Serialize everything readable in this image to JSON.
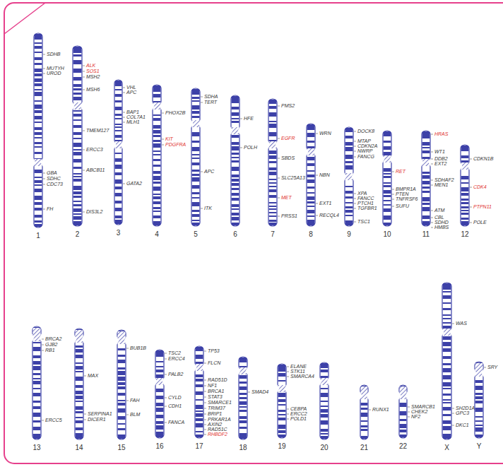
{
  "diagram": {
    "labels": [
      "SDHB",
      "MUTYH",
      "UROD",
      "GBA",
      "SDHC",
      "CDC73",
      "FH",
      "1",
      "ALK",
      "SOS1",
      "MSH2",
      "MSH6",
      "TMEM127",
      "ERCC3",
      "ABCB11",
      "DIS3L2",
      "2",
      "VHL",
      "APC",
      "BAP1",
      "COL7A1",
      "MLH1",
      "GATA2",
      "3",
      "PHOX2B",
      "KIT",
      "PDGFRA",
      "4",
      "SDHA",
      "TERT",
      "APC",
      "ITK",
      "5",
      "HFE",
      "POLH",
      "6",
      "PMS2",
      "EGFR",
      "SBDS",
      "SLC25A13",
      "MET",
      "PRSS1",
      "7",
      "WRN",
      "NBN",
      "EXT1",
      "RECQL4",
      "8",
      "DOCK8",
      "MTAP",
      "CDKN2A",
      "NWRP",
      "FANCG",
      "XPA",
      "FANCC",
      "PTCH1",
      "TGFBR1",
      "TSC1",
      "9",
      "RET",
      "BMPR1A",
      "PTEN",
      "TNFRSF6",
      "SUFU",
      "10",
      "HRAS",
      "WT1",
      "DDB2",
      "EXT2",
      "SDHAF2",
      "MEN1",
      "ATM",
      "CBL",
      "SDHD",
      "HMBS",
      "11",
      "CDKN1B",
      "CDK4",
      "PTPN11",
      "POLE",
      "12",
      "BRCA2",
      "GJB2",
      "RB1",
      "ERCC5",
      "13",
      "MAX",
      "SERPINA1",
      "DICER1",
      "14",
      "BUB1B",
      "FAH",
      "BLM",
      "15",
      "TSC2",
      "ERCC4",
      "PALB2",
      "CYLD",
      "CDH1",
      "FANCA",
      "16",
      "TP53",
      "FLCN",
      "RAD51D",
      "NF1",
      "BRCA1",
      "STAT3",
      "SMARCE1",
      "TRIM37",
      "BRIP1",
      "PRKAR1A",
      "AXIN2",
      "RAD51C",
      "RHBDF2",
      "17",
      "SMAD4",
      "18",
      "ELANE",
      "STK11",
      "SMARCA4",
      "CEBPA",
      "ERCC2",
      "POLD1",
      "19",
      "20",
      "RUNX1",
      "21",
      "SMARCB1",
      "CHEK2",
      "NF2",
      "22",
      "WAS",
      "SH2D1A",
      "GPC3",
      "DKC1",
      "X",
      "SRY",
      "Y"
    ]
  }
}
